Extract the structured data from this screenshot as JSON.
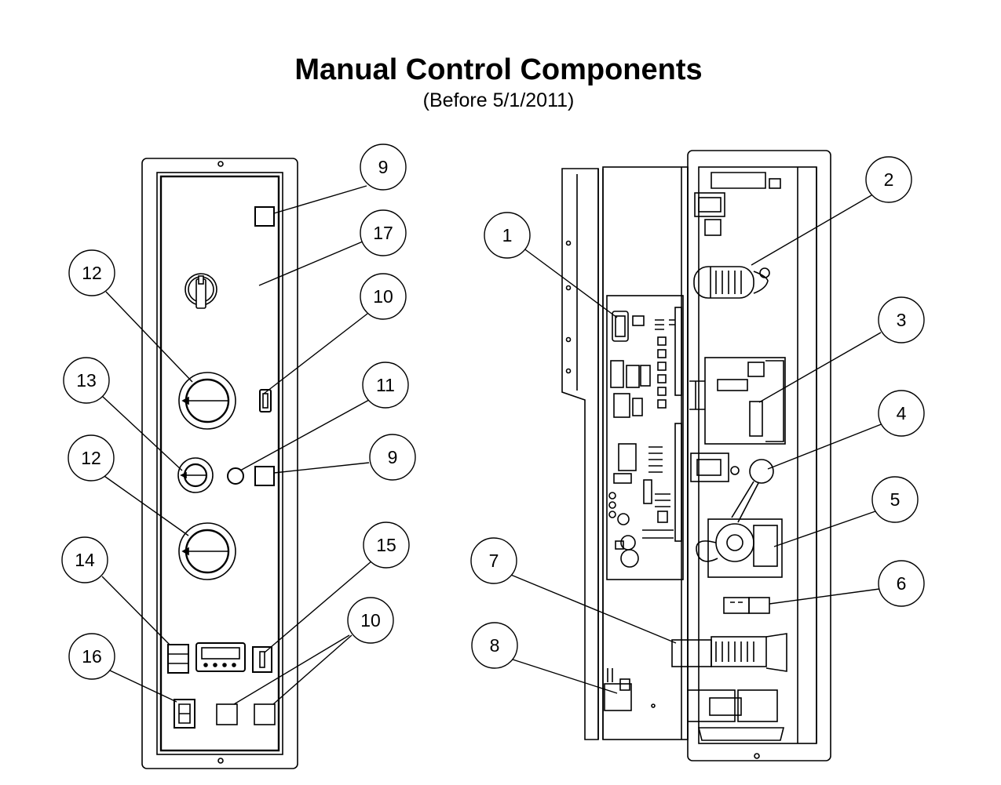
{
  "title": "Manual Control Components",
  "subtitle": "(Before 5/1/2011)",
  "callouts": [
    {
      "label": "9"
    },
    {
      "label": "17"
    },
    {
      "label": "12"
    },
    {
      "label": "10"
    },
    {
      "label": "13"
    },
    {
      "label": "11"
    },
    {
      "label": "12"
    },
    {
      "label": "9"
    },
    {
      "label": "14"
    },
    {
      "label": "15"
    },
    {
      "label": "10"
    },
    {
      "label": "16"
    },
    {
      "label": "1"
    },
    {
      "label": "2"
    },
    {
      "label": "3"
    },
    {
      "label": "4"
    },
    {
      "label": "5"
    },
    {
      "label": "6"
    },
    {
      "label": "7"
    },
    {
      "label": "8"
    }
  ]
}
